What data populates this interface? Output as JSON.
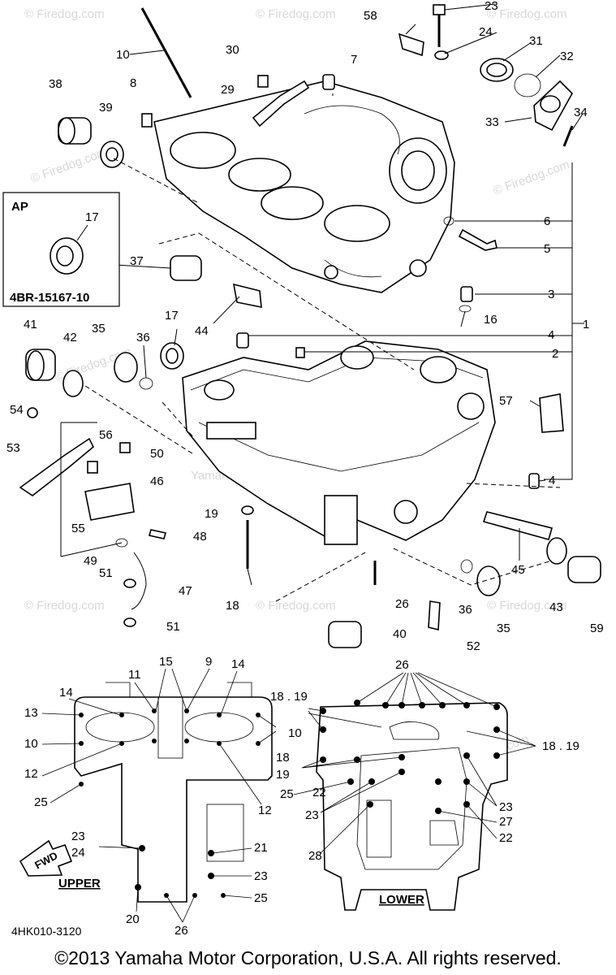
{
  "watermark": "© Firedog.com",
  "watermark_center": "Yamaha Motor Corporation, U.S.A.",
  "inset": {
    "title": "AP",
    "part_number": "4BR-15167-10",
    "part_label": "17"
  },
  "callouts": [
    "1",
    "2",
    "3",
    "4",
    "4",
    "4",
    "5",
    "6",
    "7",
    "8",
    "10",
    "16",
    "17",
    "18",
    "19",
    "23",
    "24",
    "26",
    "29",
    "30",
    "31",
    "32",
    "33",
    "34",
    "35",
    "35",
    "36",
    "36",
    "37",
    "38",
    "39",
    "40",
    "41",
    "42",
    "43",
    "44",
    "45",
    "46",
    "47",
    "48",
    "49",
    "50",
    "51",
    "51",
    "52",
    "53",
    "54",
    "55",
    "56",
    "57",
    "58",
    "59"
  ],
  "upper": {
    "label": "UPPER",
    "callouts": [
      "15",
      "11",
      "9",
      "14",
      "14",
      "13",
      "10",
      "10",
      "12",
      "12",
      "25",
      "23",
      "24",
      "21",
      "23",
      "25",
      "20",
      "26"
    ]
  },
  "lower": {
    "label": "LOWER",
    "callouts": [
      "26",
      "18 . 19",
      "18",
      "19",
      "18 . 19",
      "25",
      "22",
      "23",
      "28",
      "23",
      "27",
      "22"
    ]
  },
  "arrow_label": "FWD",
  "diagram_code": "4HK010-3120",
  "copyright": "©2013 Yamaha Motor Corporation, U.S.A. All rights reserved."
}
